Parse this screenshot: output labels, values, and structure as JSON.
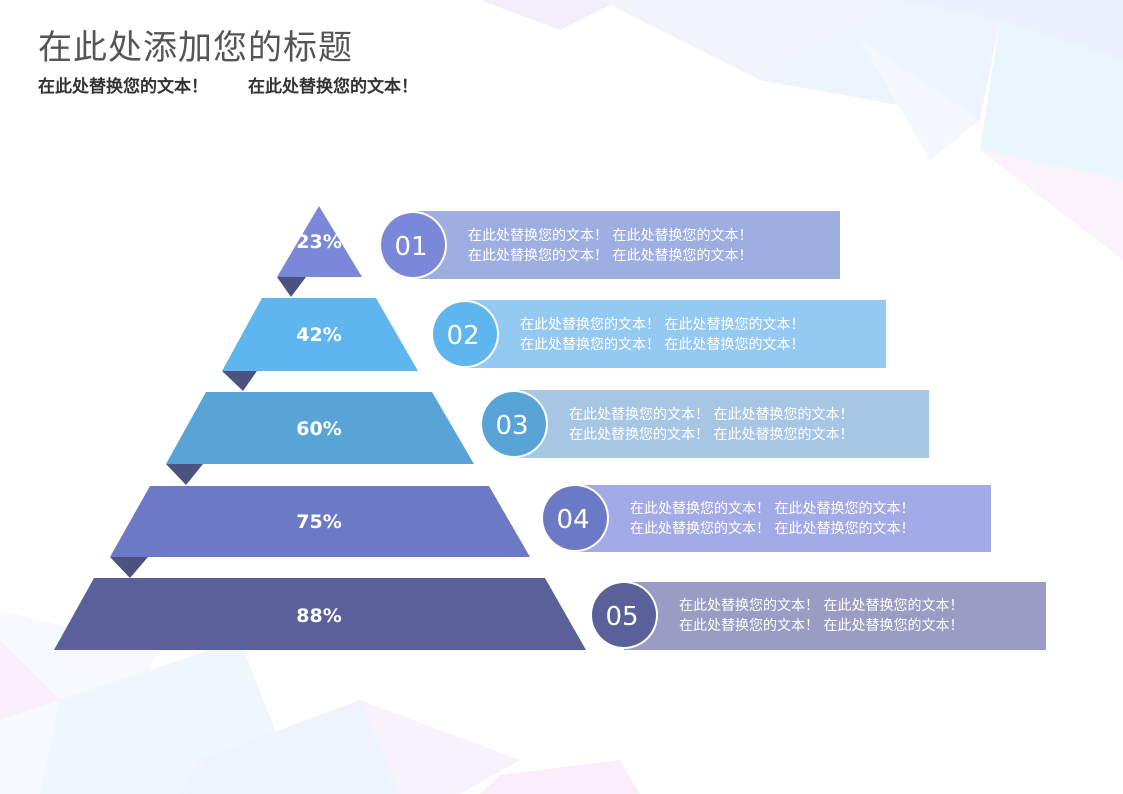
{
  "header": {
    "title": "在此处添加您的标题",
    "subtitle_1": "在此处替换您的文本！",
    "subtitle_2": "在此处替换您的文本！"
  },
  "colors": {
    "level_1": "#7b87d8",
    "level_2": "#5fb6ef",
    "level_3": "#58a4d6",
    "level_4": "#6c79c4",
    "level_5": "#5a619a",
    "fold": "#4c5380",
    "panel_1": "#9eaee0",
    "panel_2": "#94c9f2",
    "panel_3": "#a6c6e4",
    "panel_4": "#a3abe6",
    "panel_5": "#9b9cc4"
  },
  "levels": [
    {
      "number": "01",
      "percent": "23%",
      "text_line_1": "在此处替换您的文本！  在此处替换您的文本！",
      "text_line_2": "在此处替换您的文本！  在此处替换您的文本！"
    },
    {
      "number": "02",
      "percent": "42%",
      "text_line_1": "在此处替换您的文本！  在此处替换您的文本！",
      "text_line_2": "在此处替换您的文本！  在此处替换您的文本！"
    },
    {
      "number": "03",
      "percent": "60%",
      "text_line_1": "在此处替换您的文本！  在此处替换您的文本！",
      "text_line_2": "在此处替换您的文本！  在此处替换您的文本！"
    },
    {
      "number": "04",
      "percent": "75%",
      "text_line_1": "在此处替换您的文本！  在此处替换您的文本！",
      "text_line_2": "在此处替换您的文本！  在此处替换您的文本！"
    },
    {
      "number": "05",
      "percent": "88%",
      "text_line_1": "在此处替换您的文本！  在此处替换您的文本！",
      "text_line_2": "在此处替换您的文本！  在此处替换您的文本！"
    }
  ]
}
